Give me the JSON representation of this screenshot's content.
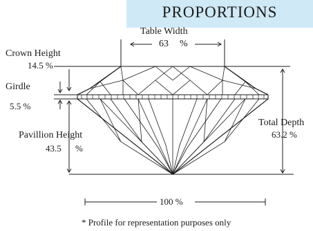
{
  "title": "PROPORTIONS",
  "labels": {
    "table_width": "Table Width",
    "table_width_value": "63",
    "table_width_unit": "%",
    "crown_height": "Crown Height",
    "crown_height_value": "14.5 %",
    "girdle": "Girdle",
    "girdle_value": "5.5 %",
    "pavilion_height": "Pavillion Height",
    "pavilion_height_value": "43.5",
    "pavilion_height_unit": "%",
    "total_depth": "Total Depth",
    "total_depth_value": "63.2 %",
    "diameter_value": "100 %"
  },
  "footnote": "* Profile for representation purposes only",
  "colors": {
    "banner": "#cfe9f6",
    "lines": "#1a1a1a"
  }
}
